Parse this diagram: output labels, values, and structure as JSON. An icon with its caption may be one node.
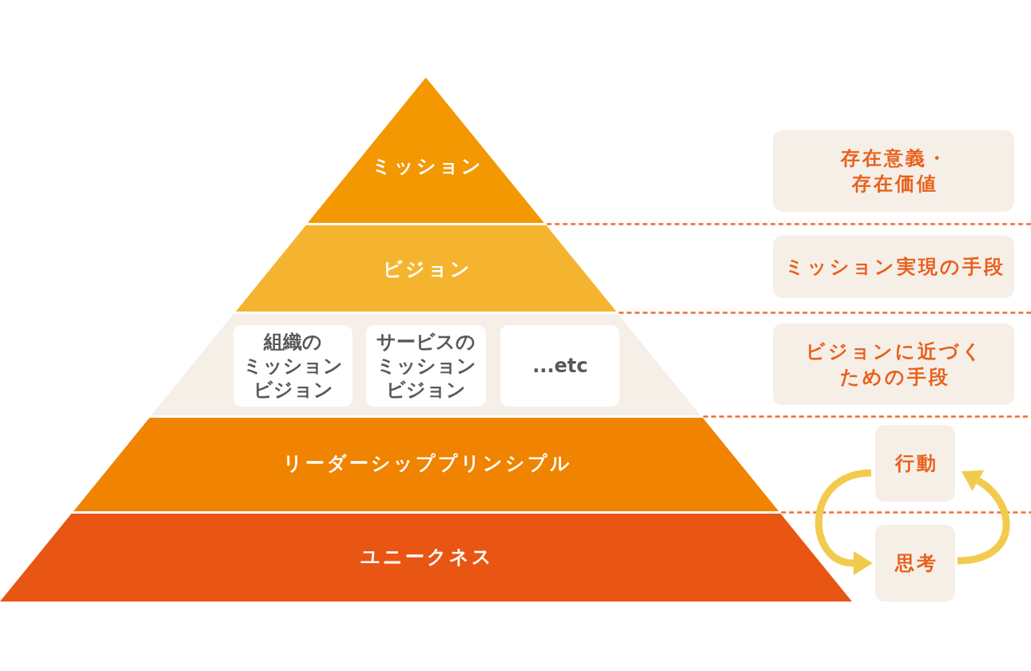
{
  "diagram": {
    "nodes": [
      {
        "text": [
          "ミッション"
        ]
      },
      {
        "text": [
          "ビジョン"
        ]
      },
      {
        "text": [],
        "shape": "trapezoid"
      },
      {
        "text": [
          "組織のミッションビジョン"
        ],
        "in": 2
      },
      {
        "text": [
          "サービスのミッションビジョン"
        ],
        "in": 2
      },
      {
        "text": [
          "...etc"
        ],
        "in": 2
      },
      {
        "text": [
          "リーダーシッププリンシプル"
        ]
      },
      {
        "text": [
          "ユニークネス"
        ]
      },
      {
        "text": [
          "存在意義・存在価値"
        ]
      },
      {
        "text": [
          "ミッション実現の手段"
        ]
      },
      {
        "text": [
          "ビジョンに近づくための手段"
        ]
      },
      {
        "text": [
          "行動"
        ]
      },
      {
        "text": [
          "思考"
        ]
      }
    ],
    "edges": [
      {
        "from": 11,
        "to": 12,
        "arrow": "to"
      },
      {
        "from": 12,
        "to": 11,
        "arrow": "to"
      }
    ]
  }
}
